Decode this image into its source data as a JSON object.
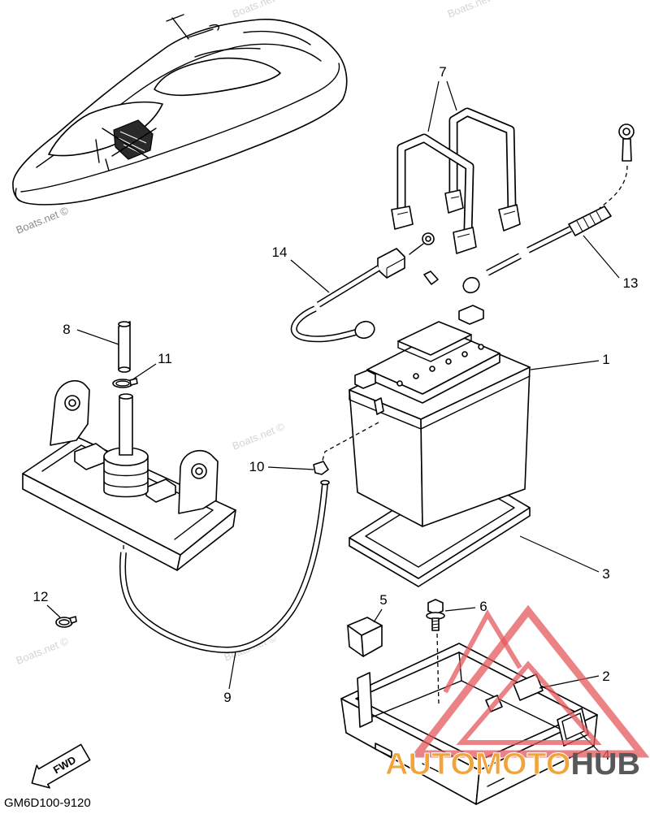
{
  "diagram": {
    "part_code": "GM6D100-9120",
    "direction_label": "FWD",
    "watermark": "Boats.net ©",
    "callouts": [
      "1",
      "2",
      "3",
      "4",
      "5",
      "6",
      "7",
      "8",
      "9",
      "10",
      "11",
      "12",
      "13",
      "14"
    ]
  },
  "logo": {
    "text_primary": "AUTOMOTO",
    "text_secondary": "HUB"
  },
  "colors": {
    "line": "#000000",
    "background": "#ffffff",
    "watermark": "#d4d4d4",
    "logo_triangle": "#e4585c",
    "logo_primary": "#f2a33a",
    "logo_secondary": "#58585a"
  },
  "icons": {
    "direction_arrow": "fwd-arrow-icon",
    "logo_mark": "triangle-logo-icon"
  }
}
